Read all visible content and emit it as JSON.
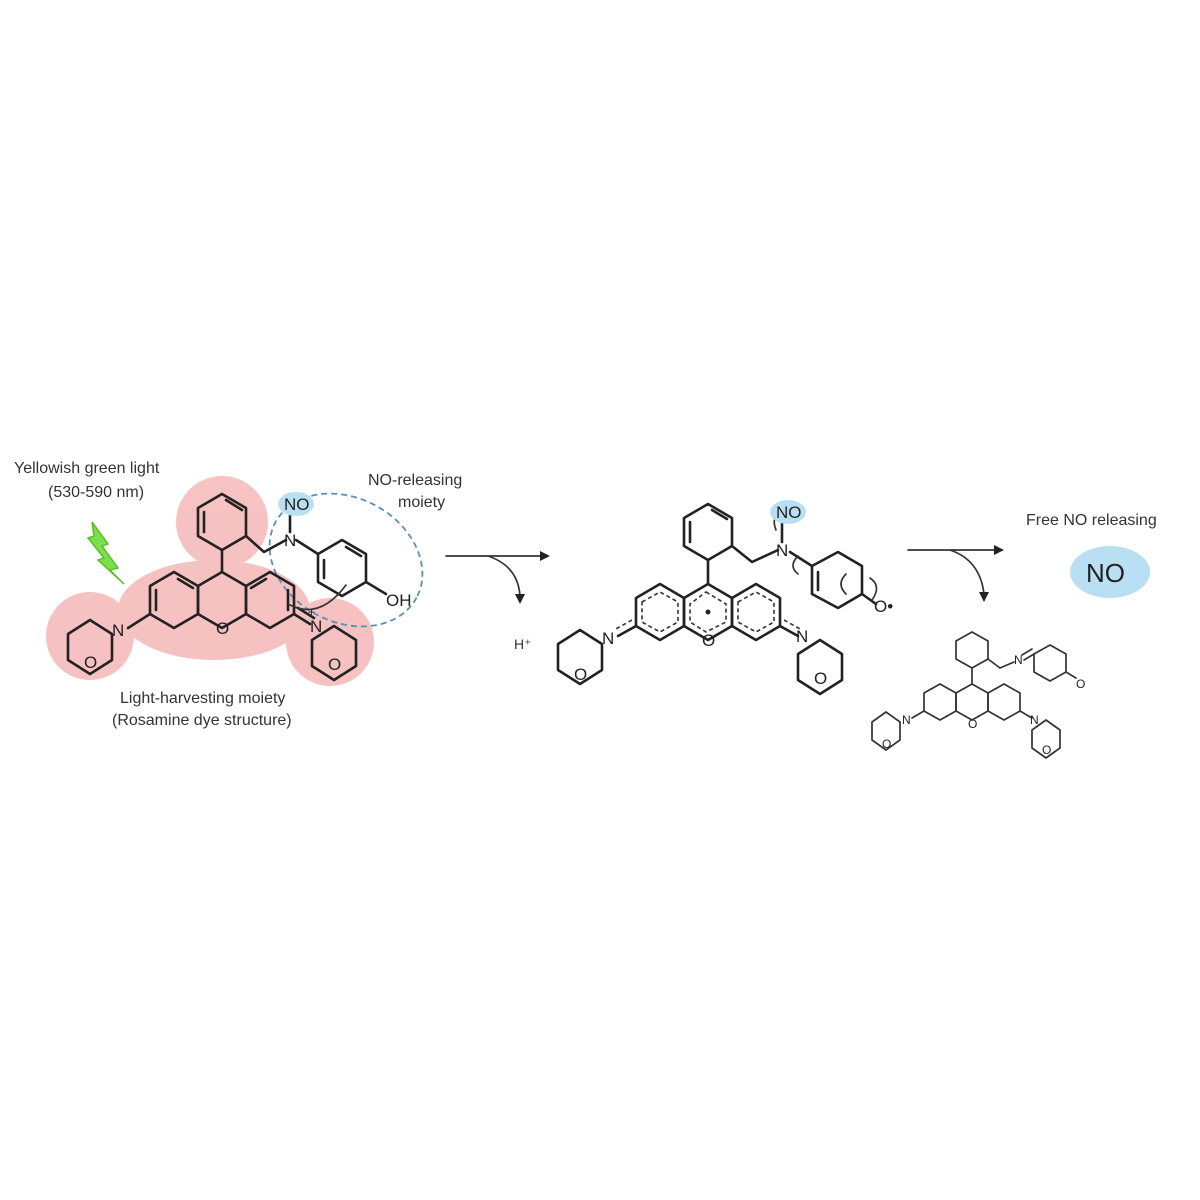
{
  "labels": {
    "light_line1": "Yellowish  green light",
    "light_line2": "(530-590 nm)",
    "no_moiety_line1": "NO-releasing",
    "no_moiety_line2": "moiety",
    "lh_line1": "Light-harvesting  moiety",
    "lh_line2": "(Rosamine dye structure)",
    "proton": "H⁺",
    "free_no": "Free NO releasing",
    "no_bubble": "NO"
  },
  "atoms": {
    "N": "N",
    "O": "O",
    "NO": "NO",
    "OH": "OH",
    "plus": "+",
    "radical_O": "O•"
  },
  "colors": {
    "highlight_pink": "#f4b7b7",
    "no_bubble_blue": "#b9e0f2",
    "dashed_outline": "#5a8fb8",
    "lightning": "#7be04a"
  }
}
